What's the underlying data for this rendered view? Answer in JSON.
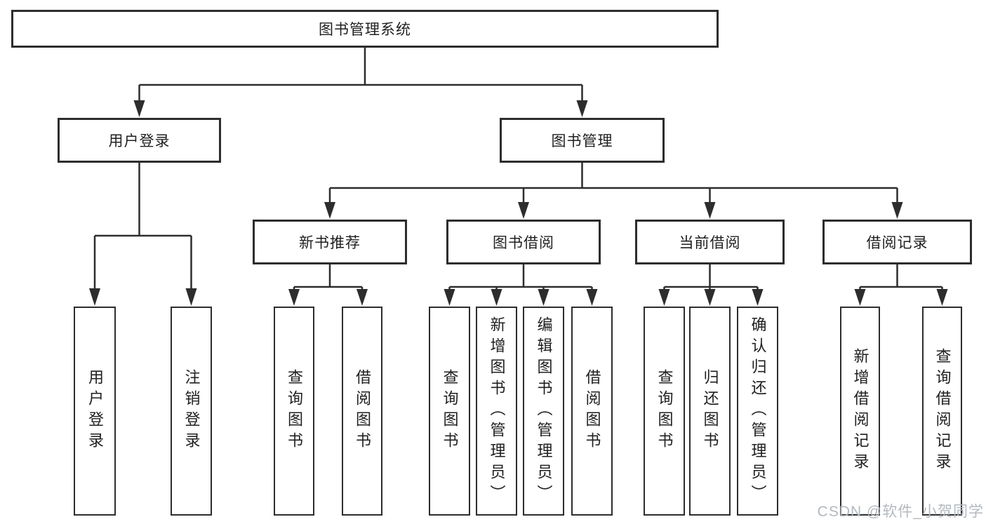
{
  "tree": {
    "root": "图书管理系统",
    "children": [
      {
        "label": "用户登录",
        "children": [
          "用户登录",
          "注销登录"
        ]
      },
      {
        "label": "图书管理",
        "children": [
          {
            "label": "新书推荐",
            "children": [
              "查询图书",
              "借阅图书"
            ]
          },
          {
            "label": "图书借阅",
            "children": [
              "查询图书",
              "新增图书（管理员）",
              "编辑图书（管理员）",
              "借阅图书"
            ]
          },
          {
            "label": "当前借阅",
            "children": [
              "查询图书",
              "归还图书",
              "确认归还（管理员）"
            ]
          },
          {
            "label": "借阅记录",
            "children": [
              "新增借阅记录",
              "查询借阅记录"
            ]
          }
        ]
      }
    ]
  },
  "watermark": {
    "text": "CSDN @软件_小贺同学"
  },
  "colors": {
    "line": "#2d2d2d",
    "text": "#1f1f1f",
    "watermark": "#b3b9bf"
  }
}
